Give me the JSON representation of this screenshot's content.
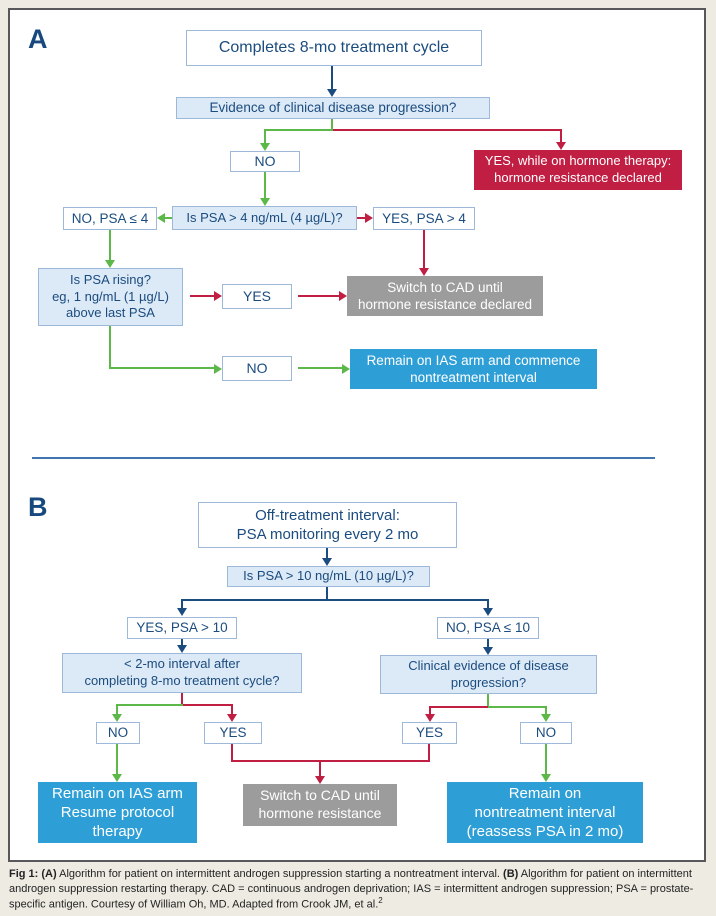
{
  "figure": {
    "panelA": {
      "label": "A",
      "nodes": {
        "complete": "Completes 8-mo treatment cycle",
        "evidence": "Evidence of clinical disease progression?",
        "no1": "NO",
        "yes_hormone": "YES, while on hormone therapy:\nhormone resistance declared",
        "psa4": "Is PSA > 4 ng/mL (4 µg/L)?",
        "no_psa4": "NO, PSA ≤ 4",
        "yes_psa4": "YES, PSA > 4",
        "rising": "Is PSA rising?\neg, 1 ng/mL (1 µg/L)\nabove last PSA",
        "yes2": "YES",
        "switch_cad": "Switch to CAD until\nhormone resistance declared",
        "no2": "NO",
        "remain": "Remain on IAS arm and commence\nnontreatment interval"
      }
    },
    "panelB": {
      "label": "B",
      "nodes": {
        "offtreat": "Off-treatment interval:\nPSA monitoring every 2 mo",
        "psa10": "Is PSA > 10 ng/mL (10 µg/L)?",
        "yes_psa10": "YES, PSA > 10",
        "no_psa10": "NO, PSA ≤ 10",
        "interval2mo": "< 2-mo interval after\ncompleting 8-mo treatment cycle?",
        "clinical": "Clinical evidence of disease\nprogression?",
        "no_left": "NO",
        "yes_left": "YES",
        "yes_right": "YES",
        "no_right": "NO",
        "remain_ias": "Remain on IAS arm\nResume protocol\ntherapy",
        "switch_cad": "Switch to CAD until\nhormone resistance",
        "remain_nontreat": "Remain on\nnontreatment interval\n(reassess PSA in 2 mo)"
      }
    },
    "caption": {
      "bold1": "Fig 1: (A)",
      "text1": " Algorithm for patient on intermittent androgen suppression starting a nontreatment interval. ",
      "bold2": "(B)",
      "text2": " Algorithm for patient on intermittent androgen suppression restarting therapy. CAD = continuous androgen deprivation; IAS = intermittent androgen suppression; PSA = prostate-specific antigen. Courtesy of William Oh, MD. Adapted from Crook JM, et al.",
      "superscript": "2"
    },
    "colors": {
      "navy": "#1B4C7F",
      "green": "#5CB848",
      "crimson": "#C01E43",
      "cyan_blue": "#2E9FD6",
      "gray": "#9C9C9C",
      "light_blue_fill": "#DCE9F6",
      "box_border": "#9DB8D9",
      "divider_blue": "#4076AE",
      "page_background": "#EDEBE2"
    }
  }
}
